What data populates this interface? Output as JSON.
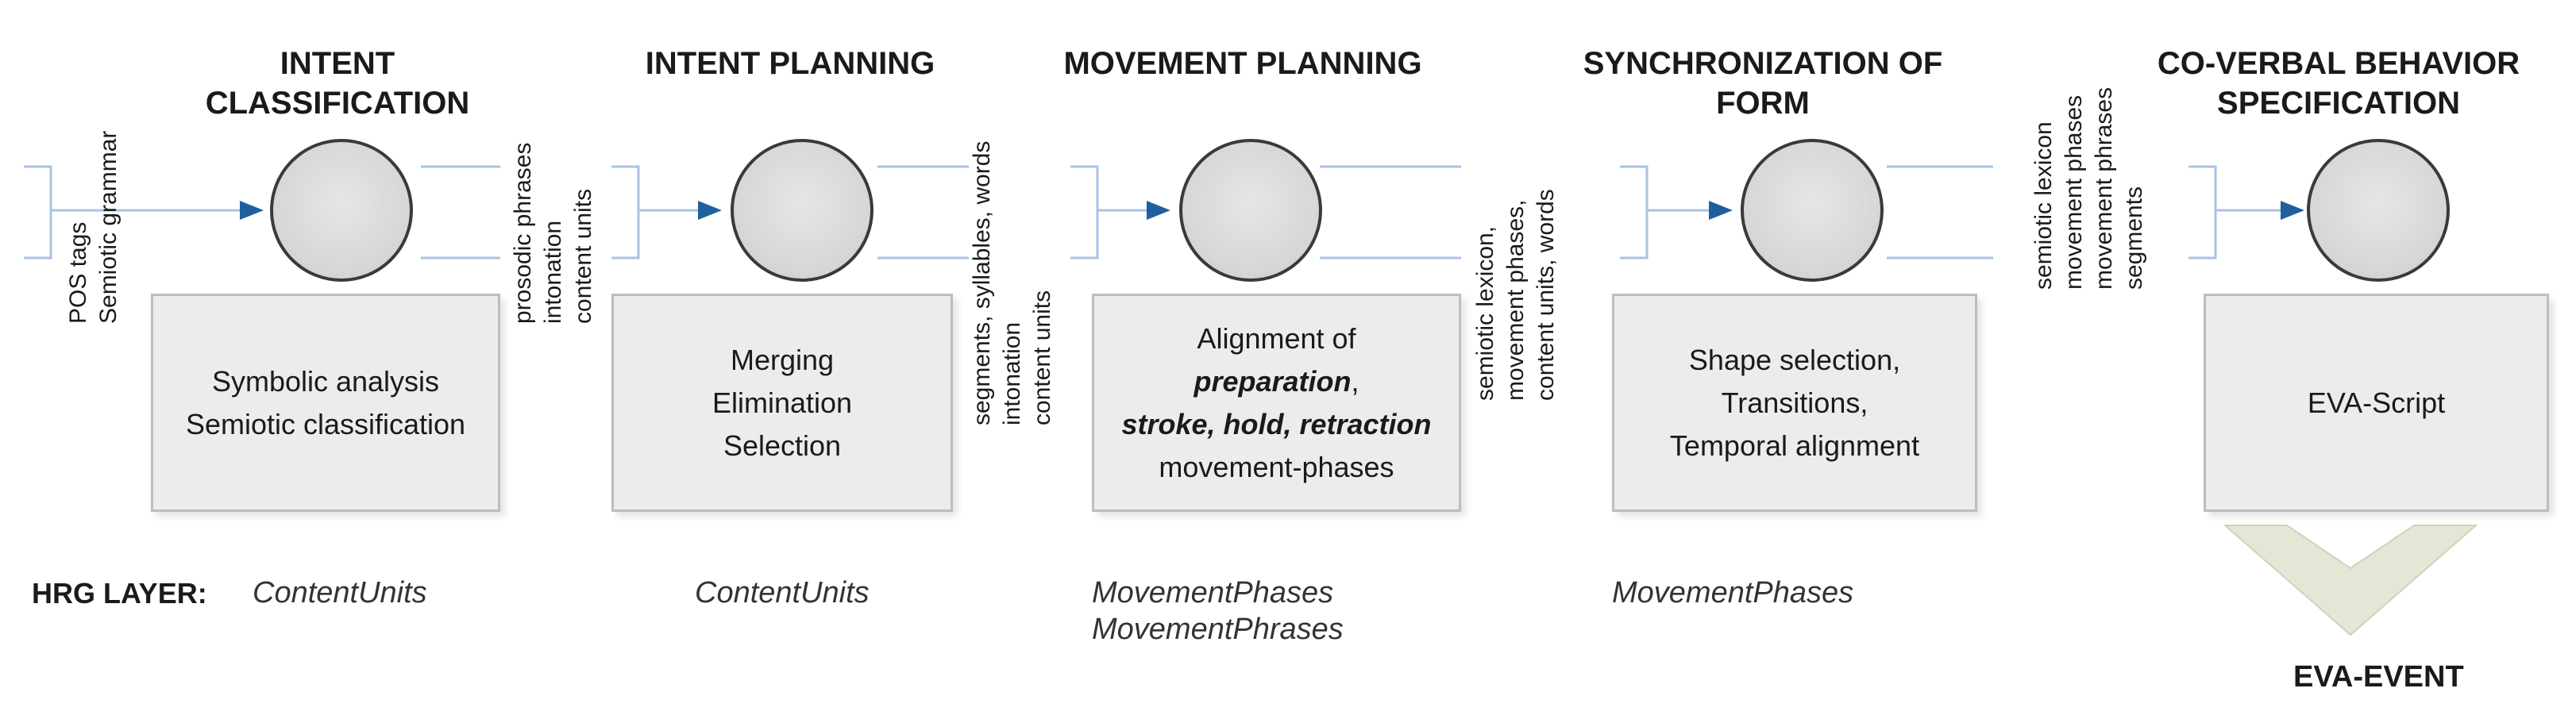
{
  "stages": [
    {
      "title_lines": [
        "INTENT",
        "CLASSIFICATION"
      ],
      "box_lines": [
        [
          {
            "t": "Symbolic analysis"
          }
        ],
        [
          {
            "t": "Semiotic classification"
          }
        ]
      ],
      "input_labels": [
        "POS tags",
        "Semiotic grammar"
      ],
      "hrg_lines": [
        "ContentUnits"
      ]
    },
    {
      "title_lines": [
        "INTENT PLANNING"
      ],
      "box_lines": [
        [
          {
            "t": "Merging"
          }
        ],
        [
          {
            "t": "Elimination"
          }
        ],
        [
          {
            "t": "Selection"
          }
        ]
      ],
      "input_labels": [
        "prosodic phrases",
        "intonation",
        "content units"
      ],
      "hrg_lines": [
        "ContentUnits"
      ]
    },
    {
      "title_lines": [
        "MOVEMENT PLANNING"
      ],
      "box_lines": [
        [
          {
            "t": "Alignment of"
          }
        ],
        [
          {
            "t": "preparation",
            "s": "it"
          },
          {
            "t": ","
          }
        ],
        [
          {
            "t": "stroke, hold, retraction",
            "s": "it"
          }
        ],
        [
          {
            "t": "movement-phases"
          }
        ]
      ],
      "input_labels": [
        "segments, syllables, words",
        "intonation",
        "content units"
      ],
      "hrg_lines": [
        "MovementPhases",
        "MovementPhrases"
      ]
    },
    {
      "title_lines": [
        "SYNCHRONIZATION OF",
        "FORM"
      ],
      "box_lines": [
        [
          {
            "t": "Shape selection,"
          }
        ],
        [
          {
            "t": "Transitions,"
          }
        ],
        [
          {
            "t": "Temporal alignment"
          }
        ]
      ],
      "input_labels": [
        "semiotic lexicon,",
        "movement phases,",
        "content units, words"
      ],
      "hrg_lines": [
        "MovementPhases"
      ]
    },
    {
      "title_lines": [
        "CO-VERBAL BEHAVIOR",
        "SPECIFICATION"
      ],
      "box_lines": [
        [
          {
            "t": "EVA-Script"
          }
        ]
      ],
      "input_labels": [
        "semiotic lexicon",
        "movement phases",
        "movement phrases",
        "segments"
      ],
      "hrg_lines": []
    }
  ],
  "hrg_layer_label": "HRG LAYER:",
  "output_label": "EVA-EVENT",
  "colors": {
    "arrow": "#1f5f9e",
    "wire": "#a9c3e3",
    "circle_border": "#3a3a3a",
    "box_fill": "#ececec",
    "box_border": "#bdbdbd",
    "output_arrow": "#e4e7d6"
  }
}
